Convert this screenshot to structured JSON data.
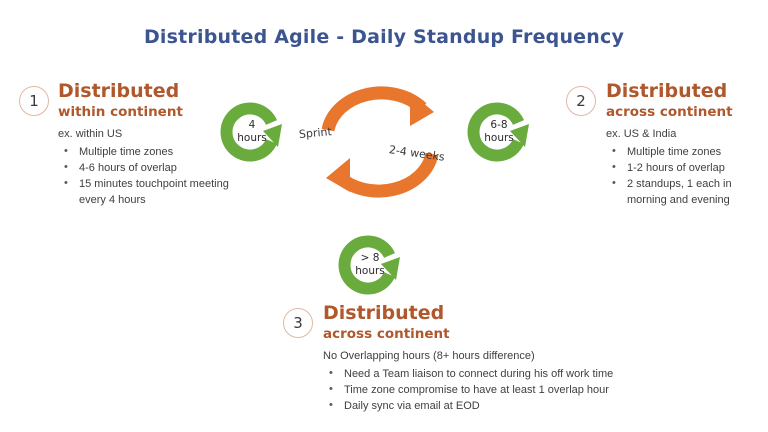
{
  "title": "Distributed Agile - Daily Standup Frequency",
  "colors": {
    "title_blue": "#3c5591",
    "heading_brown": "#b0572c",
    "green": "#6aab3e",
    "orange": "#e8762c",
    "badge_border": "#e0b8a4",
    "body_text": "#3f3f3f",
    "background": "#ffffff"
  },
  "sections": [
    {
      "number": "1",
      "heading": "Distributed",
      "subheading": "within continent",
      "intro": "ex. within US",
      "bullets": [
        "Multiple time zones",
        "4-6 hours of overlap",
        "15 minutes touchpoint meeting every  4 hours"
      ]
    },
    {
      "number": "2",
      "heading": "Distributed",
      "subheading": "across continent",
      "intro": "ex. US & India",
      "bullets": [
        "Multiple time zones",
        "1-2 hours of overlap",
        "2 standups, 1 each in morning and evening"
      ]
    },
    {
      "number": "3",
      "heading": "Distributed",
      "subheading": "across continent",
      "intro": "No Overlapping hours (8+ hours difference)",
      "bullets": [
        "Need a Team liaison to connect during his off work time",
        "Time zone compromise to have at least 1 overlap hour",
        "Daily sync via email at EOD"
      ]
    }
  ],
  "rings": [
    {
      "id": "ring-left",
      "line1": "4",
      "line2": "hours"
    },
    {
      "id": "ring-right",
      "line1": "6-8",
      "line2": "hours"
    },
    {
      "id": "ring-bottom",
      "line1": "> 8",
      "line2": "hours"
    }
  ],
  "cycle": {
    "sprint_label": "Sprint",
    "duration_label": "2-4 weeks"
  }
}
